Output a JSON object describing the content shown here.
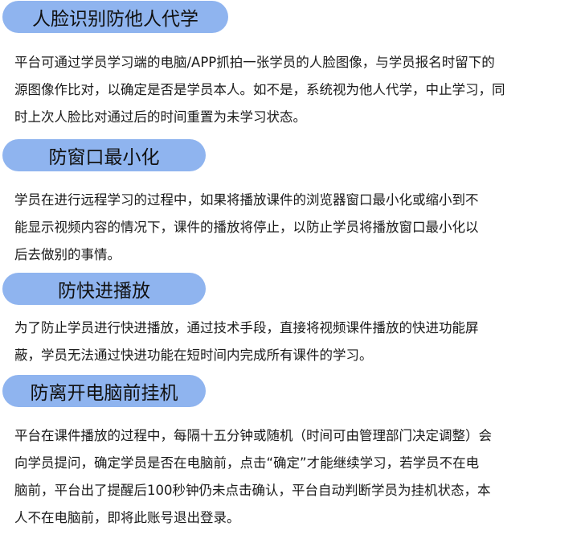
{
  "sections": [
    {
      "title": "人脸识别防他人代学",
      "lines": [
        "平台可通过学员学习端的电脑/APP抓拍一张学员的人脸图像，与学员报名时留下的",
        "源图像作比对，以确定是否是学员本人。如不是，系统视为他人代学，中止学习，同",
        "时上次人脸比对通过后的时间重置为未学习状态。"
      ]
    },
    {
      "title": "防窗口最小化",
      "lines": [
        "学员在进行远程学习的过程中，如果将播放课件的浏览器窗口最小化或缩小到不",
        "能显示视频内容的情况下，课件的播放将停止，以防止学员将播放窗口最小化以",
        "后去做别的事情。"
      ]
    },
    {
      "title": "防快进播放",
      "lines": [
        "为了防止学员进行快进播放，通过技术手段，直接将视频课件播放的快进功能屏",
        "蔽，学员无法通过快进功能在短时间内完成所有课件的学习。"
      ]
    },
    {
      "title": "防离开电脑前挂机",
      "lines": [
        "平台在课件播放的过程中，每隔十五分钟或随机（时间可由管理部门决定调整）会",
        "向学员提问，确定学员是否在电脑前，点击“确定”才能继续学习，若学员不在电",
        "脑前，平台出了提醒后100秒钟仍未点击确认，平台自动判断学员为挂机状态，本",
        "人不在电脑前，即将此账号退出登录。"
      ]
    }
  ],
  "colors": {
    "pill_background": "#8fb4ef",
    "text": "#1a1a1a"
  }
}
